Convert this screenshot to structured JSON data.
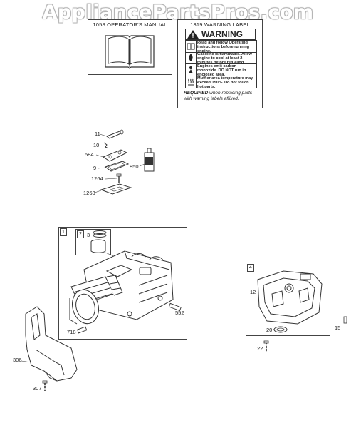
{
  "watermark": "AppliancePartsPros.com",
  "manual_box": {
    "title": "1058 OPERATOR'S MANUAL"
  },
  "warning_box": {
    "title": "1319 WARNING LABEL",
    "banner": "WARNING",
    "rows": [
      "Read and follow Operating instructions before running engine.",
      "Gasoline is flammable. Allow engine to cool at least 2 minutes before refueling.",
      "Engines emit carbon monoxide. DO NOT run in enclosed area.",
      "Muffler area temperature may exceed 150°F. Do not touch hot parts."
    ],
    "required_bold": "REQUIRED",
    "required_rest": " when replacing parts with warning labels affixed."
  },
  "part_numbers": {
    "p11": "11",
    "p10": "10",
    "p584": "584",
    "p9": "9",
    "p850": "850",
    "p1264": "1264",
    "p1263": "1263",
    "p3": "3",
    "p552": "552",
    "p718": "718",
    "p12": "12",
    "p20": "20",
    "p15": "15",
    "p22": "22",
    "p306": "306",
    "p307": "307"
  },
  "index_boxes": {
    "b1": "1",
    "b2": "2",
    "b4": "4"
  },
  "icons": [
    "open-book-icon",
    "warning-triangle-icon",
    "manual-read-icon",
    "fuel-fire-icon",
    "exhaust-icon",
    "hot-surface-icon"
  ]
}
